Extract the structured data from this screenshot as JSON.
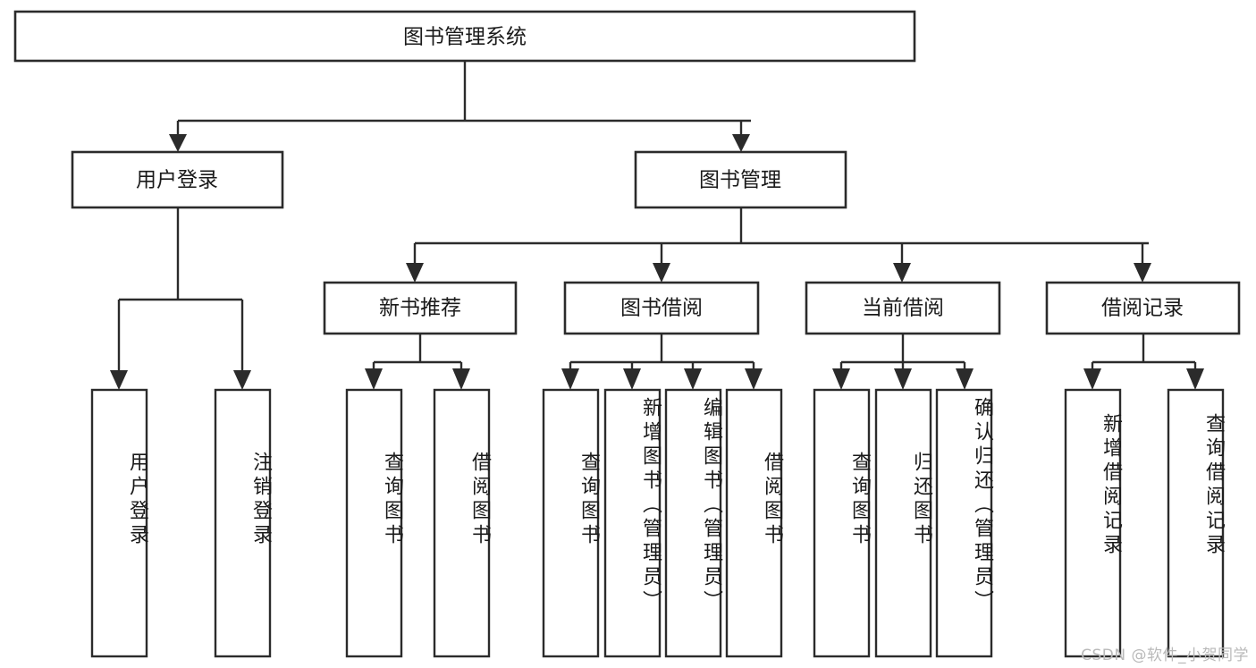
{
  "diagram": {
    "type": "tree",
    "title": "图书管理系统",
    "orientation": "top-down",
    "colors": {
      "box_stroke": "#2b2b2b",
      "box_fill": "#ffffff",
      "text": "#1a1a1a",
      "background": "#ffffff",
      "watermark": "#b9b9b9"
    },
    "root": {
      "label": "图书管理系统"
    },
    "level2": [
      {
        "id": "user-login",
        "label": "用户登录"
      },
      {
        "id": "book-manage",
        "label": "图书管理"
      }
    ],
    "level3": [
      {
        "id": "new-book-recommend",
        "label": "新书推荐",
        "parent": "book-manage"
      },
      {
        "id": "book-borrow",
        "label": "图书借阅",
        "parent": "book-manage"
      },
      {
        "id": "current-borrow",
        "label": "当前借阅",
        "parent": "book-manage"
      },
      {
        "id": "borrow-record",
        "label": "借阅记录",
        "parent": "book-manage"
      }
    ],
    "leaves": {
      "user-login": [
        {
          "id": "leaf-user-login",
          "label": "用户登录"
        },
        {
          "id": "leaf-logout",
          "label": "注销登录"
        }
      ],
      "new-book-recommend": [
        {
          "id": "leaf-query-book-1",
          "label": "查询图书"
        },
        {
          "id": "leaf-borrow-book-1",
          "label": "借阅图书"
        }
      ],
      "book-borrow": [
        {
          "id": "leaf-query-book-2",
          "label": "查询图书"
        },
        {
          "id": "leaf-add-book",
          "label": "新增图书（管理员）"
        },
        {
          "id": "leaf-edit-book",
          "label": "编辑图书（管理员）"
        },
        {
          "id": "leaf-borrow-book-2",
          "label": "借阅图书"
        }
      ],
      "current-borrow": [
        {
          "id": "leaf-query-book-3",
          "label": "查询图书"
        },
        {
          "id": "leaf-return-book",
          "label": "归还图书"
        },
        {
          "id": "leaf-confirm-return",
          "label": "确认归还（管理员）"
        }
      ],
      "borrow-record": [
        {
          "id": "leaf-add-record",
          "label": "新增借阅记录"
        },
        {
          "id": "leaf-query-record",
          "label": "查询借阅记录"
        }
      ]
    }
  },
  "watermark": {
    "text": "CSDN @软件_小贺同学"
  }
}
